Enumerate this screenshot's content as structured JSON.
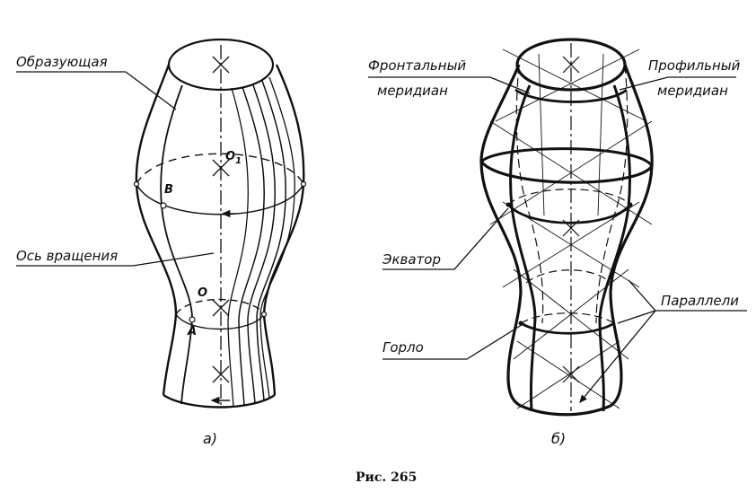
{
  "figure_a": {
    "label_generatrix": "Образующая",
    "label_axis": "Ось вращения",
    "point_o1": "O",
    "point_o1_sub": "1",
    "point_b": "B",
    "point_o": "O",
    "point_a": "A",
    "sublabel": "а)"
  },
  "figure_b": {
    "label_frontal_1": "Фронтальный",
    "label_frontal_2": "меридиан",
    "label_profile_1": "Профильный",
    "label_profile_2": "меридиан",
    "label_equator": "Экватор",
    "label_throat": "Горло",
    "label_parallels": "Параллели",
    "sublabel": "б)"
  },
  "caption": "Рис. 265"
}
